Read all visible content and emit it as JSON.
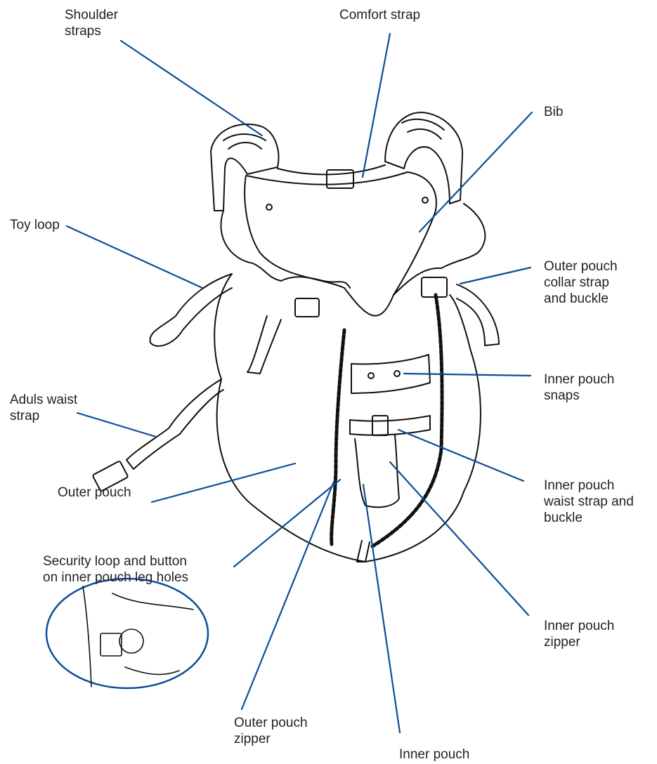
{
  "colors": {
    "leader": "#0b4e96",
    "ink": "#111111",
    "text": "#222222"
  },
  "labels": {
    "shoulder_straps": "Shoulder\nstraps",
    "comfort_strap": "Comfort strap",
    "bib": "Bib",
    "toy_loop": "Toy loop",
    "outer_collar": "Outer pouch\ncollar strap\nand buckle",
    "inner_snaps": "Inner pouch\nsnaps",
    "adult_waist": "Aduls waist\nstrap",
    "inner_waist": "Inner pouch\nwaist strap and\nbuckle",
    "outer_pouch": "Outer pouch",
    "security_loop": "Security loop and button\non inner pouch leg holes",
    "inner_zipper": "Inner pouch\nzipper",
    "outer_zipper": "Outer pouch\nzipper",
    "inner_pouch": "Inner pouch"
  }
}
